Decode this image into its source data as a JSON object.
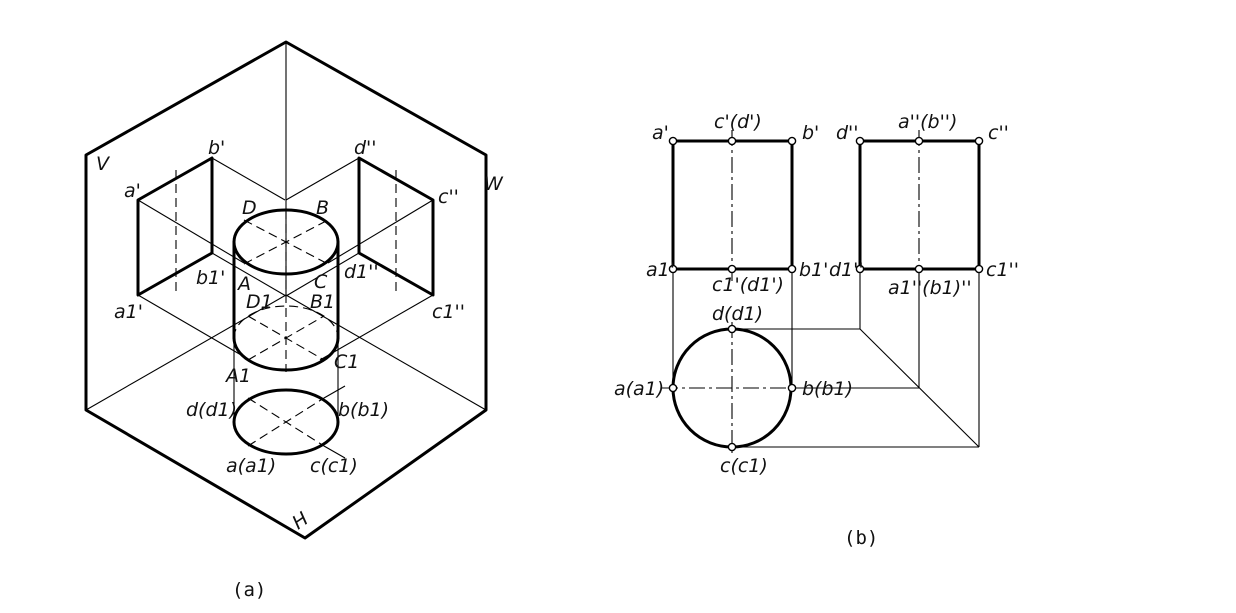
{
  "panel_a": {
    "caption": "(a)",
    "plane_labels": {
      "v": "V",
      "w": "W",
      "h": "H"
    },
    "points": {
      "b_prime": "b'",
      "d_dprime": "d''",
      "a_prime": "a'",
      "c_dprime": "c''",
      "D": "D",
      "B": "B",
      "b1_prime": "b1'",
      "A": "A",
      "C": "C",
      "d1_dprime": "d1''",
      "D1": "D1",
      "B1": "B1",
      "a1_prime": "a1'",
      "c1_dprime": "c1''",
      "C1": "C1",
      "A1": "A1",
      "d_d1": "d(d1)",
      "b_b1": "b(b1)",
      "a_a1": "a(a1)",
      "c_c1": "c(c1)"
    }
  },
  "panel_b": {
    "caption": "(b)",
    "points": {
      "a_prime": "a'",
      "c_prime_d_prime": "c'(d')",
      "b_prime": "b'",
      "d_dprime": "d''",
      "a_dprime_b_dprime": "a''(b'')",
      "c_dprime": "c''",
      "a1_prime": "a1'",
      "c1_prime_d1_prime": "c1'(d1')",
      "b1_prime": "b1'",
      "d1_dprime": "d1''",
      "a1_dprime_b1_dprime": "a1''(b1)''",
      "c1_dprime": "c1''",
      "d_d1": "d(d1)",
      "a_a1": "a(a1)",
      "b_b1": "b(b1)",
      "c_c1": "c(c1)"
    }
  }
}
